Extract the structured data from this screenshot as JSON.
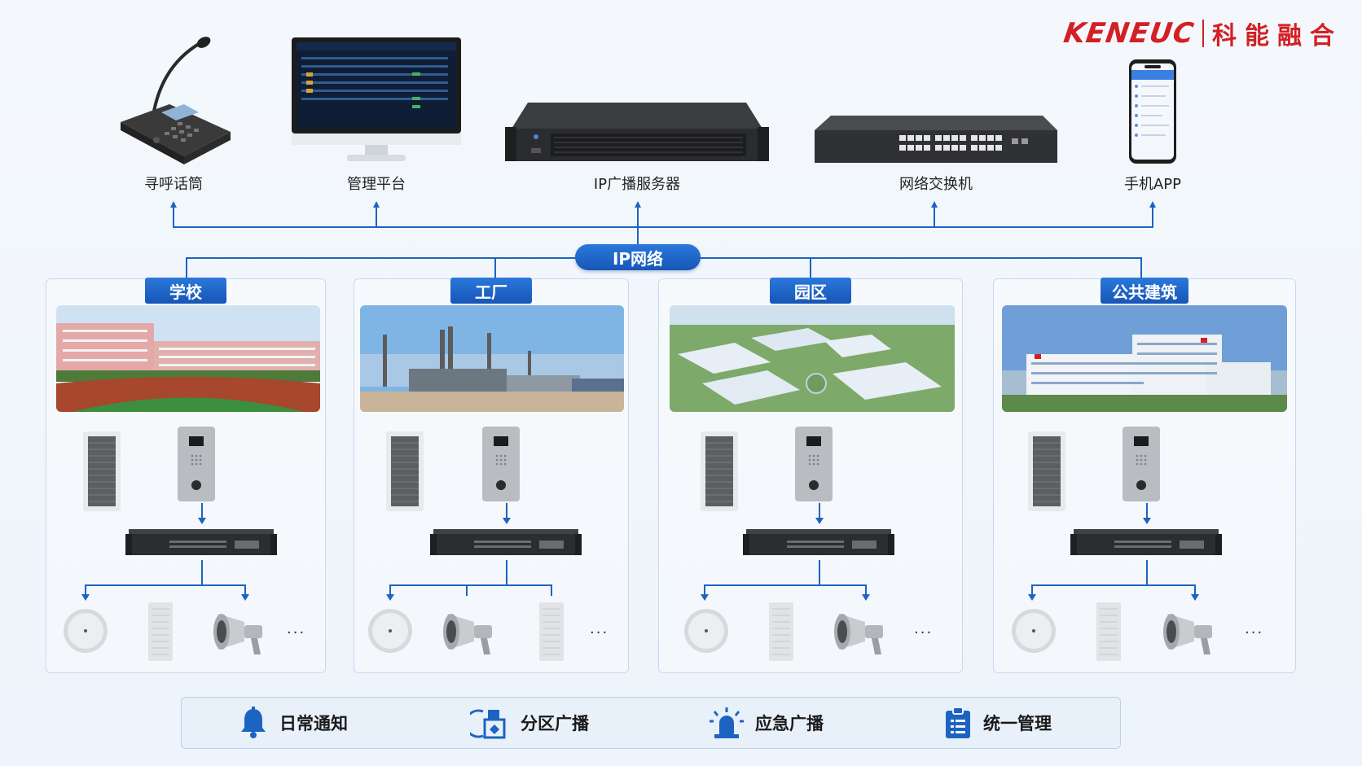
{
  "brand": {
    "name_en": "KENEUC",
    "name_cn": "科能融合",
    "color": "#d32024"
  },
  "accent_color": "#1d63c2",
  "devices": [
    {
      "id": "mic",
      "label": "寻呼话筒",
      "icon": "paging-microphone-icon"
    },
    {
      "id": "platform",
      "label": "管理平台",
      "icon": "monitor-icon"
    },
    {
      "id": "server",
      "label": "IP广播服务器",
      "icon": "rack-server-icon"
    },
    {
      "id": "switch",
      "label": "网络交换机",
      "icon": "network-switch-icon"
    },
    {
      "id": "app",
      "label": "手机APP",
      "icon": "smartphone-icon"
    }
  ],
  "network": {
    "label": "IP网络"
  },
  "zones": [
    {
      "id": "school",
      "label": "学校",
      "ellipsis": "..."
    },
    {
      "id": "factory",
      "label": "工厂",
      "ellipsis": "..."
    },
    {
      "id": "park",
      "label": "园区",
      "ellipsis": "..."
    },
    {
      "id": "public",
      "label": "公共建筑",
      "ellipsis": "..."
    }
  ],
  "features": [
    {
      "id": "daily",
      "label": "日常通知",
      "icon": "bell-icon"
    },
    {
      "id": "zone",
      "label": "分区广播",
      "icon": "zone-broadcast-icon"
    },
    {
      "id": "emergency",
      "label": "应急广播",
      "icon": "alarm-light-icon"
    },
    {
      "id": "manage",
      "label": "统一管理",
      "icon": "clipboard-icon"
    }
  ]
}
